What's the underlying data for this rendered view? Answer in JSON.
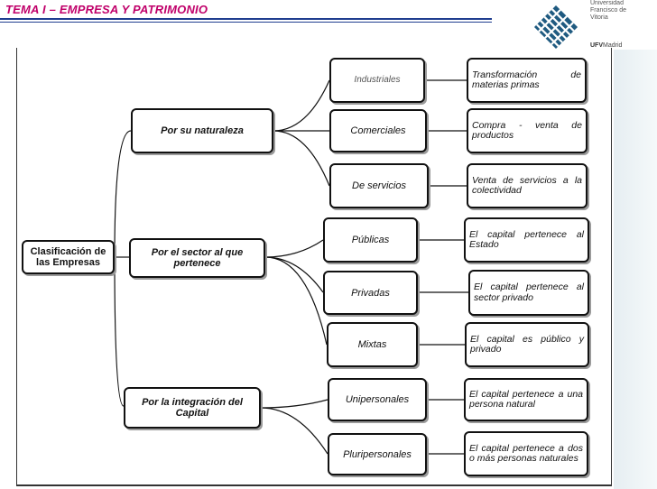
{
  "header": {
    "title": "TEMA I – EMPRESA Y PATRIMONIO",
    "logo": {
      "name_lines": [
        "Universidad",
        "Francisco de",
        "Vitoria"
      ],
      "sub_bold": "UFV",
      "sub_text": "Madrid",
      "color": "#1f5a80"
    }
  },
  "diagram": {
    "root": "Clasificación de las Empresas",
    "branches": [
      {
        "label": "Por su naturaleza",
        "types": [
          {
            "label": "Industriales",
            "description": "Transformación de materias primas"
          },
          {
            "label": "Comerciales",
            "description": "Compra - venta de productos"
          },
          {
            "label": "De servicios",
            "description": "Venta de servicios a la colectividad"
          }
        ]
      },
      {
        "label": "Por el sector al que pertenece",
        "types": [
          {
            "label": "Públicas",
            "description": "El capital pertenece al Estado"
          },
          {
            "label": "Privadas",
            "description": "El capital pertenece al sector privado"
          },
          {
            "label": "Mixtas",
            "description": "El capital es público y privado"
          }
        ]
      },
      {
        "label": "Por la integración del Capital",
        "types": [
          {
            "label": "Unipersonales",
            "description": "El capital pertenece a una persona natural"
          },
          {
            "label": "Pluripersonales",
            "description": "El capital pertenece a dos o más personas naturales"
          }
        ]
      }
    ]
  },
  "colors": {
    "title": "#c0006a",
    "rule": "#1f3d8f",
    "node_border": "#111111",
    "node_shadow": "#9a9a9a"
  }
}
